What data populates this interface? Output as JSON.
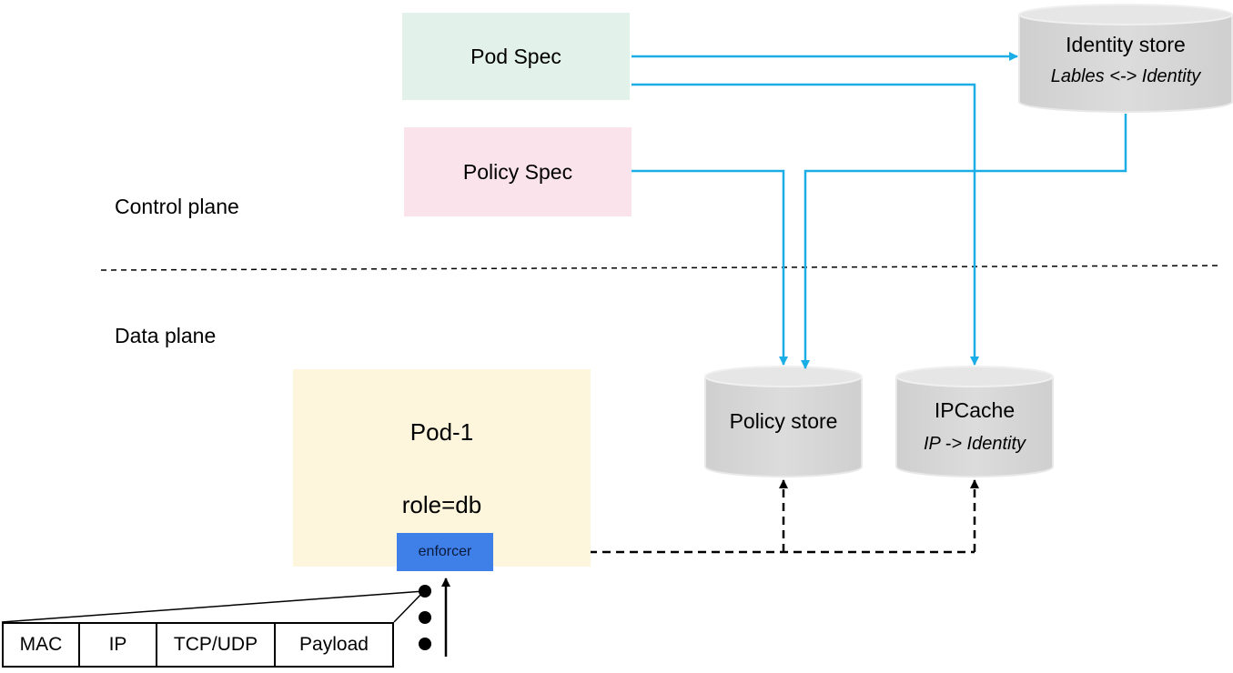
{
  "control_plane": {
    "label": "Control plane",
    "pod_spec": "Pod Spec",
    "policy_spec": "Policy Spec",
    "identity_store": {
      "title": "Identity store",
      "subtitle": "Lables <-> Identity"
    }
  },
  "data_plane": {
    "label": "Data plane",
    "pod": {
      "title": "Pod-1",
      "label": "role=db",
      "enforcer": "enforcer"
    },
    "policy_store": {
      "title": "Policy store"
    },
    "ipcache": {
      "title": "IPCache",
      "subtitle": "IP -> Identity"
    }
  },
  "packet": {
    "fields": [
      "MAC",
      "IP",
      "TCP/UDP",
      "Payload"
    ]
  },
  "colors": {
    "flow_arrow": "#1aade6",
    "pod_spec_bg": "#e2f1ea",
    "policy_spec_bg": "#fbe3ec",
    "pod_bg": "#fdf5dc",
    "enforcer_bg": "#3f7fe8",
    "store_bg": "#d9d9d9"
  }
}
